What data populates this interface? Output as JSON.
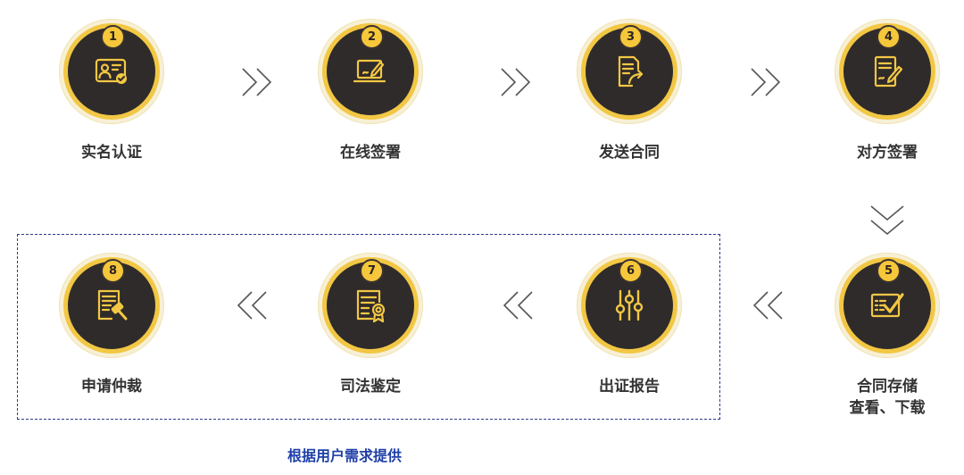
{
  "steps": [
    {
      "num": "1",
      "label": "实名认证",
      "icon": "id-card-verified-icon"
    },
    {
      "num": "2",
      "label": "在线签署",
      "icon": "laptop-sign-icon"
    },
    {
      "num": "3",
      "label": "发送合同",
      "icon": "document-send-icon"
    },
    {
      "num": "4",
      "label": "对方签署",
      "icon": "document-pen-sign-icon"
    },
    {
      "num": "5",
      "label": "合同存储",
      "label2": "查看、下载",
      "icon": "checklist-icon"
    },
    {
      "num": "6",
      "label": "出证报告",
      "icon": "sliders-icon"
    },
    {
      "num": "7",
      "label": "司法鉴定",
      "icon": "certificate-icon"
    },
    {
      "num": "8",
      "label": "申请仲裁",
      "icon": "document-gavel-icon"
    }
  ],
  "note": "根据用户需求提供",
  "colors": {
    "accent": "#f2c744",
    "circle_fill": "#2f2b2a",
    "label_text": "#333333",
    "note_text": "#1f3fa8",
    "dashed_border": "#2c3a8c"
  }
}
